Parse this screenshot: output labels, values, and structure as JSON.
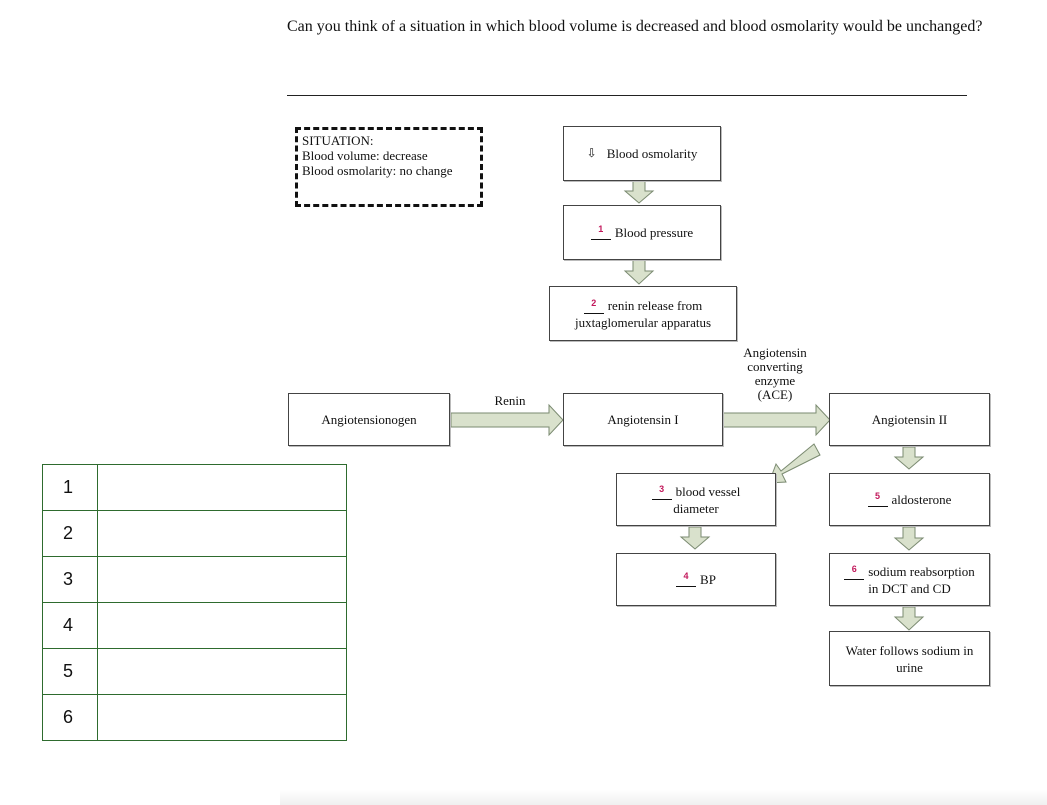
{
  "question": "Can you think of a situation in which blood volume is decreased and blood osmolarity would be unchanged?",
  "situation": {
    "title": "SITUATION:",
    "line1": "Blood volume: decrease",
    "line2": "Blood osmolarity: no change"
  },
  "boxes": {
    "osmolarity": {
      "arrow": "⇩",
      "text": "Blood osmolarity"
    },
    "pressure": {
      "num": "1",
      "text": "Blood pressure"
    },
    "renin_release": {
      "num": "2",
      "text1": "renin release from",
      "text2": "juxtaglomerular apparatus"
    },
    "angiotensinogen": {
      "text": "Angiotensionogen"
    },
    "angiotensin1": {
      "text": "Angiotensin I"
    },
    "angiotensin2": {
      "text": "Angiotensin II"
    },
    "vessel": {
      "num": "3",
      "text1": "blood vessel",
      "text2": "diameter"
    },
    "bp": {
      "num": "4",
      "text": "BP"
    },
    "aldosterone": {
      "num": "5",
      "text": "aldosterone"
    },
    "sodium": {
      "num": "6",
      "text1": "sodium reabsorption",
      "text2": "in DCT and CD"
    },
    "water": {
      "text1": "Water follows sodium in",
      "text2": "urine"
    }
  },
  "labels": {
    "renin": "Renin",
    "ace1": "Angiotensin",
    "ace2": "converting",
    "ace3": "enzyme",
    "ace4": "(ACE)"
  },
  "answer_table": {
    "rows": [
      {
        "number": "1",
        "value": ""
      },
      {
        "number": "2",
        "value": ""
      },
      {
        "number": "3",
        "value": ""
      },
      {
        "number": "4",
        "value": ""
      },
      {
        "number": "5",
        "value": ""
      },
      {
        "number": "6",
        "value": ""
      }
    ]
  },
  "colors": {
    "number_accent": "#c2185b",
    "arrow_fill": "#d9e1cc",
    "arrow_stroke": "#7a8a70",
    "table_border": "#2e6b2e"
  }
}
